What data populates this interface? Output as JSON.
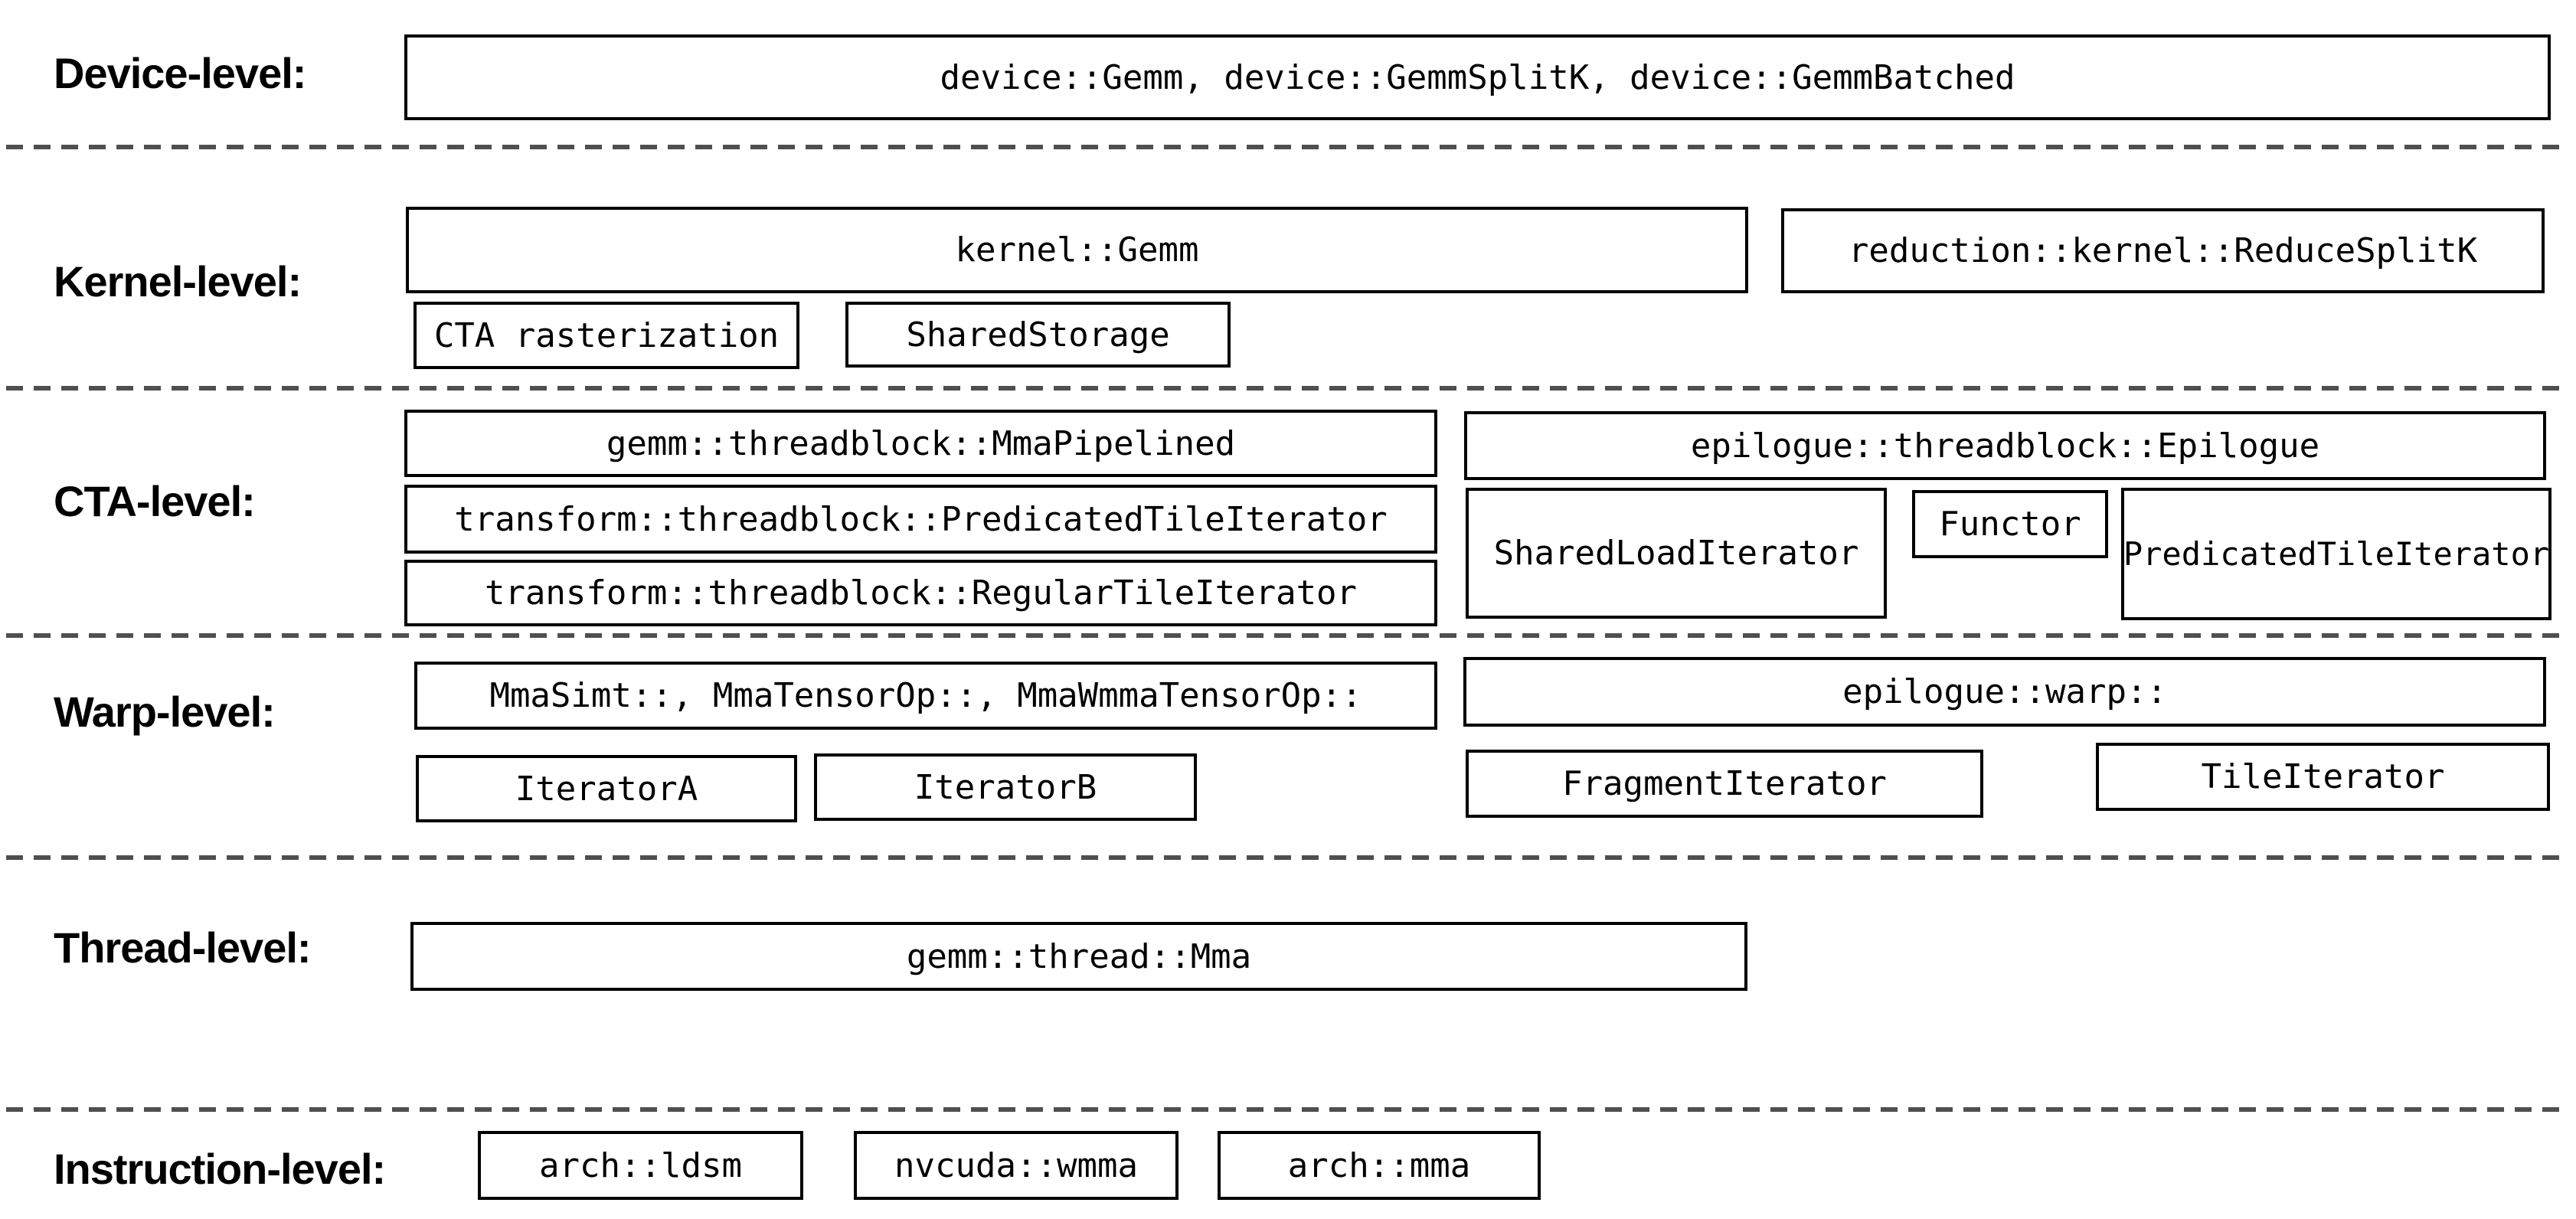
{
  "figure": {
    "background_color": "#ffffff",
    "box_border_color": "#000000",
    "separator_color": "#4f4f4f",
    "text_color": "#000000"
  },
  "levels": [
    {
      "label": "Device-level:",
      "boxes": [
        {
          "label": "device::Gemm, device::GemmSplitK, device::GemmBatched"
        }
      ]
    },
    {
      "label": "Kernel-level:",
      "boxes": [
        {
          "label": "kernel::Gemm"
        },
        {
          "label": "reduction::kernel::ReduceSplitK"
        },
        {
          "label": "CTA rasterization"
        },
        {
          "label": "SharedStorage"
        }
      ]
    },
    {
      "label": "CTA-level:",
      "boxes": [
        {
          "label": "gemm::threadblock::MmaPipelined"
        },
        {
          "label": "epilogue::threadblock::Epilogue"
        },
        {
          "label": "transform::threadblock::PredicatedTileIterator"
        },
        {
          "label": "SharedLoadIterator"
        },
        {
          "label": "Functor"
        },
        {
          "label": "PredicatedTileIterator"
        },
        {
          "label": "transform::threadblock::RegularTileIterator"
        }
      ]
    },
    {
      "label": "Warp-level:",
      "boxes": [
        {
          "label": "MmaSimt::, MmaTensorOp::, MmaWmmaTensorOp::"
        },
        {
          "label": "epilogue::warp::"
        },
        {
          "label": "IteratorA"
        },
        {
          "label": "IteratorB"
        },
        {
          "label": "FragmentIterator"
        },
        {
          "label": "TileIterator"
        }
      ]
    },
    {
      "label": "Thread-level:",
      "boxes": [
        {
          "label": "gemm::thread::Mma"
        }
      ]
    },
    {
      "label": "Instruction-level:",
      "boxes": [
        {
          "label": "arch::ldsm"
        },
        {
          "label": "nvcuda::wmma"
        },
        {
          "label": "arch::mma"
        }
      ]
    }
  ]
}
